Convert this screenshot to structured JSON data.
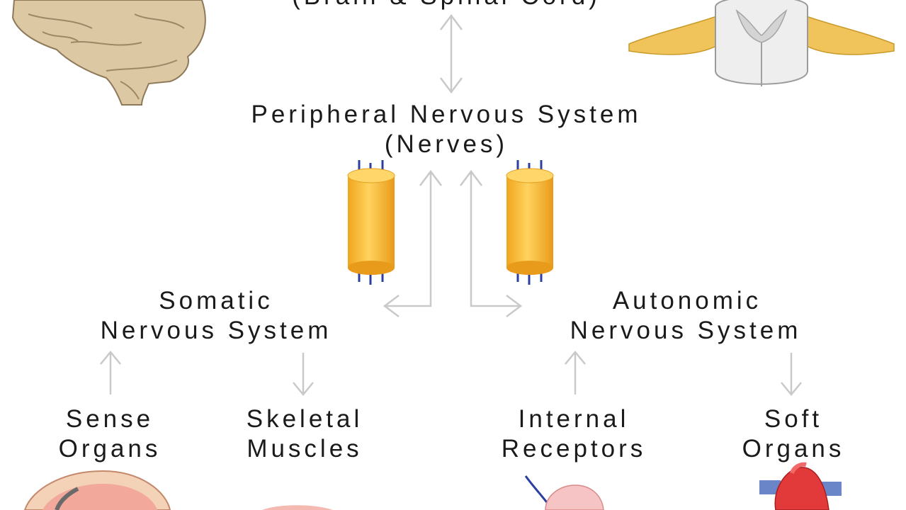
{
  "cns": {
    "line2": "(Brain & Spinal Cord)"
  },
  "pns": {
    "line1": "Peripheral Nervous System",
    "line2": "(Nerves)"
  },
  "somatic": {
    "line1": "Somatic",
    "line2": "Nervous System"
  },
  "autonomic": {
    "line1": "Autonomic",
    "line2": "Nervous System"
  },
  "sense": {
    "line1": "Sense",
    "line2": "Organs"
  },
  "skeletal": {
    "line1": "Skeletal",
    "line2": "Muscles"
  },
  "internal": {
    "line1": "Internal",
    "line2": "Receptors"
  },
  "soft": {
    "line1": "Soft",
    "line2": "Organs"
  },
  "colors": {
    "arrow": "#c8c8c8",
    "nerve": "#f5b93c",
    "nerve_tip": "#2b3fa0",
    "brain": "#d9c4a0",
    "spine_yellow": "#f0c45a"
  },
  "icons": [
    "brain-illustration",
    "spinal-cord-illustration",
    "nerve-bundle-icon",
    "eye-illustration",
    "muscle-illustration",
    "receptor-illustration",
    "heart-illustration"
  ]
}
